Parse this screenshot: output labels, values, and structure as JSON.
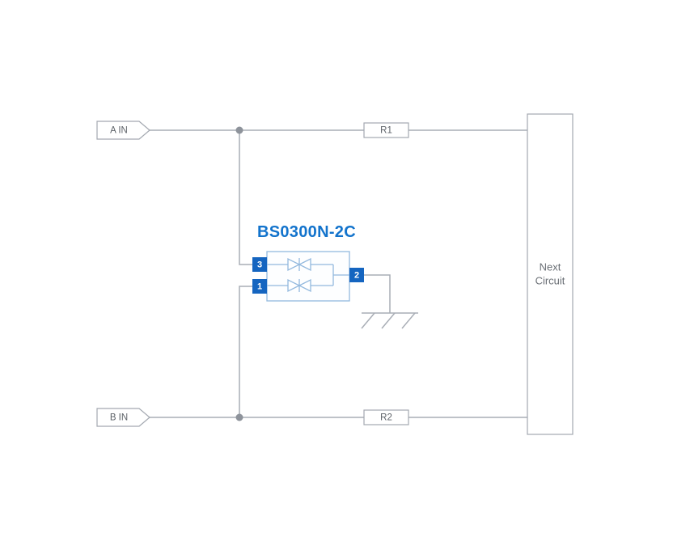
{
  "diagram": {
    "inputs": {
      "a": "A IN",
      "b": "B IN"
    },
    "resistors": {
      "r1": "R1",
      "r2": "R2"
    },
    "component": {
      "label": "BS0300N-2C",
      "pins": {
        "pin3": "3",
        "pin1": "1",
        "pin2": "2"
      }
    },
    "next_circuit": {
      "line1": "Next",
      "line2": "Circuit"
    },
    "colors": {
      "wire_gray": "#a9aeb6",
      "junction_gray": "#8e939b",
      "box_border_gray": "#a3a8b0",
      "label_text_gray": "#5d6268",
      "component_label_blue": "#1273cc",
      "component_body_blue": "#93b9de",
      "pin_blue": "#1565c0"
    }
  }
}
